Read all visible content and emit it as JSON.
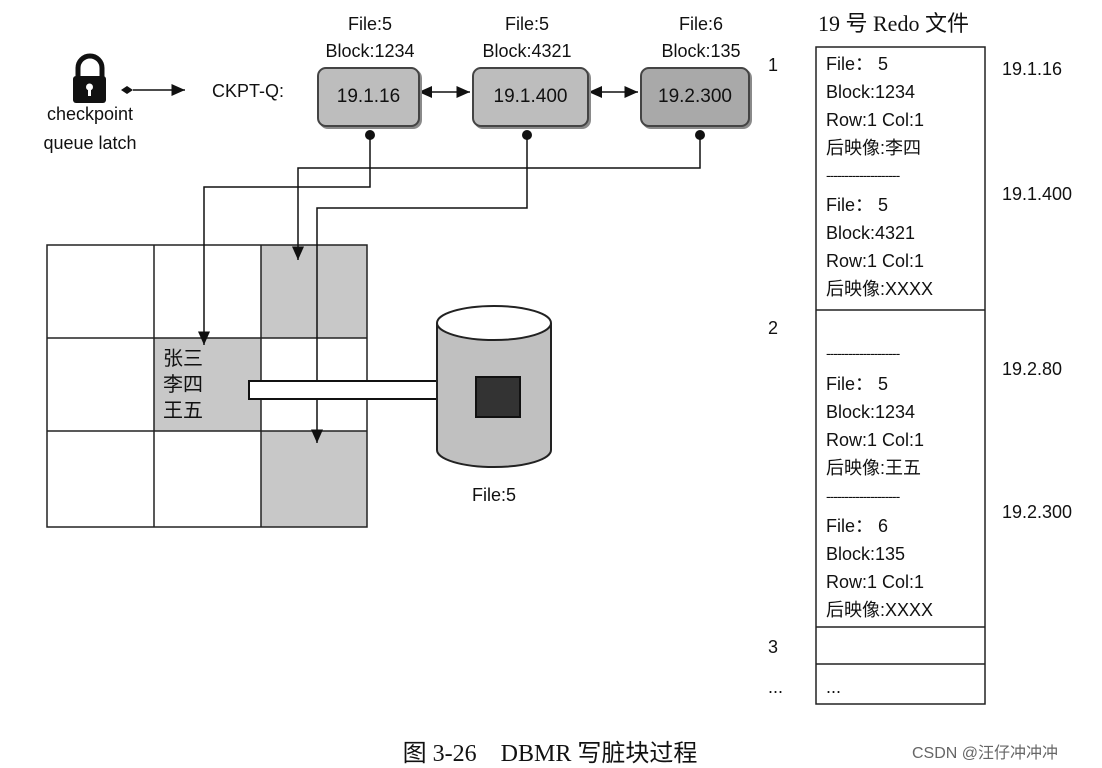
{
  "ckpt_queue": {
    "latch_line1": "checkpoint",
    "latch_line2": "queue latch",
    "label": "CKPT-Q:",
    "nodes": [
      {
        "file": "File:5",
        "block": "Block:1234",
        "rba": "19.1.16"
      },
      {
        "file": "File:5",
        "block": "Block:4321",
        "rba": "19.1.400"
      },
      {
        "file": "File:6",
        "block": "Block:135",
        "rba": "19.2.300"
      }
    ]
  },
  "buffer_cell": {
    "lines": [
      "张三",
      "李四",
      "王五"
    ]
  },
  "datafile": {
    "label": "File:5"
  },
  "redo": {
    "title": "19 号 Redo 文件",
    "block_numbers": [
      "1",
      "2",
      "3",
      "..."
    ],
    "dashes": "--------------------",
    "entries": [
      {
        "file": "File： 5",
        "block": "Block:1234",
        "rowcol": "Row:1  Col:1",
        "image": "后映像:李四",
        "rba": "19.1.16"
      },
      {
        "file": "File： 5",
        "block": "Block:4321",
        "rowcol": "Row:1  Col:1",
        "image": "后映像:XXXX",
        "rba": "19.1.400"
      },
      {
        "file": "File： 5",
        "block": "Block:1234",
        "rowcol": "Row:1  Col:1",
        "image": "后映像:王五",
        "rba": "19.2.80"
      },
      {
        "file": "File： 6",
        "block": "Block:135",
        "rowcol": "Row:1  Col:1",
        "image": "后映像:XXXX",
        "rba": "19.2.300"
      }
    ],
    "tail": "..."
  },
  "caption": "图 3-26    DBMR 写脏块过程",
  "watermark": "CSDN @汪仔冲冲冲",
  "colors": {
    "node_fill": "#bdbdbd",
    "dirty_fill": "#c8c8c8",
    "block_fill": "#333333"
  }
}
